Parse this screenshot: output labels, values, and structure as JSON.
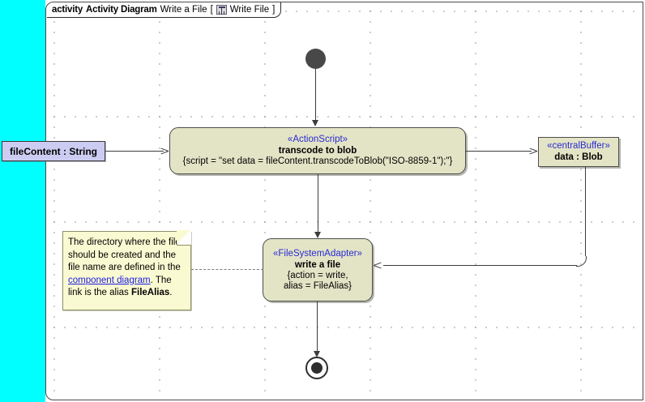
{
  "window": {
    "canvas_background": "#ffffff",
    "left_panel_color": "#00ffff"
  },
  "frame": {
    "keyword": "activity",
    "kind": "Activity Diagram",
    "name": "Write a File",
    "bracket_open": "[",
    "bracket_close": "]",
    "context_icon": "activity-diagram-icon",
    "context_label": "Write File"
  },
  "nodes": {
    "parameter": {
      "label": "fileContent : String",
      "fill": "#ccccf2"
    },
    "transcode": {
      "stereotype": "«ActionScript»",
      "name": "transcode to blob",
      "body": "{script = \"set data = fileContent.transcodeToBlob(\"ISO-8859-1\");\"}",
      "fill": "#e3e4c6"
    },
    "buffer": {
      "stereotype": "«centralBuffer»",
      "name": "data : Blob",
      "fill": "#e3e4c6"
    },
    "writefile": {
      "stereotype": "«FileSystemAdapter»",
      "name": "write a file",
      "body_line1": "{action = write,",
      "body_line2": "alias = FileAlias}",
      "fill": "#e3e4c6"
    },
    "initial": {
      "name": "initial-node"
    },
    "final": {
      "name": "activity-final-node"
    }
  },
  "note": {
    "fill": "#fafad2",
    "text_part1": "The directory where the file should be created and the file name are defined in the ",
    "link_text": "component diagram",
    "text_part2": ". The link is the alias ",
    "bold_text": "FileAlias",
    "text_part3": ".",
    "link_color": "#1a1ae0"
  },
  "edges": {
    "param_to_transcode": "object-flow",
    "initial_to_transcode": "control-flow",
    "transcode_to_buffer": "object-flow",
    "transcode_to_writefile": "control-flow",
    "buffer_to_writefile": "object-flow",
    "writefile_to_final": "control-flow",
    "note_anchor": "dashed-anchor"
  }
}
